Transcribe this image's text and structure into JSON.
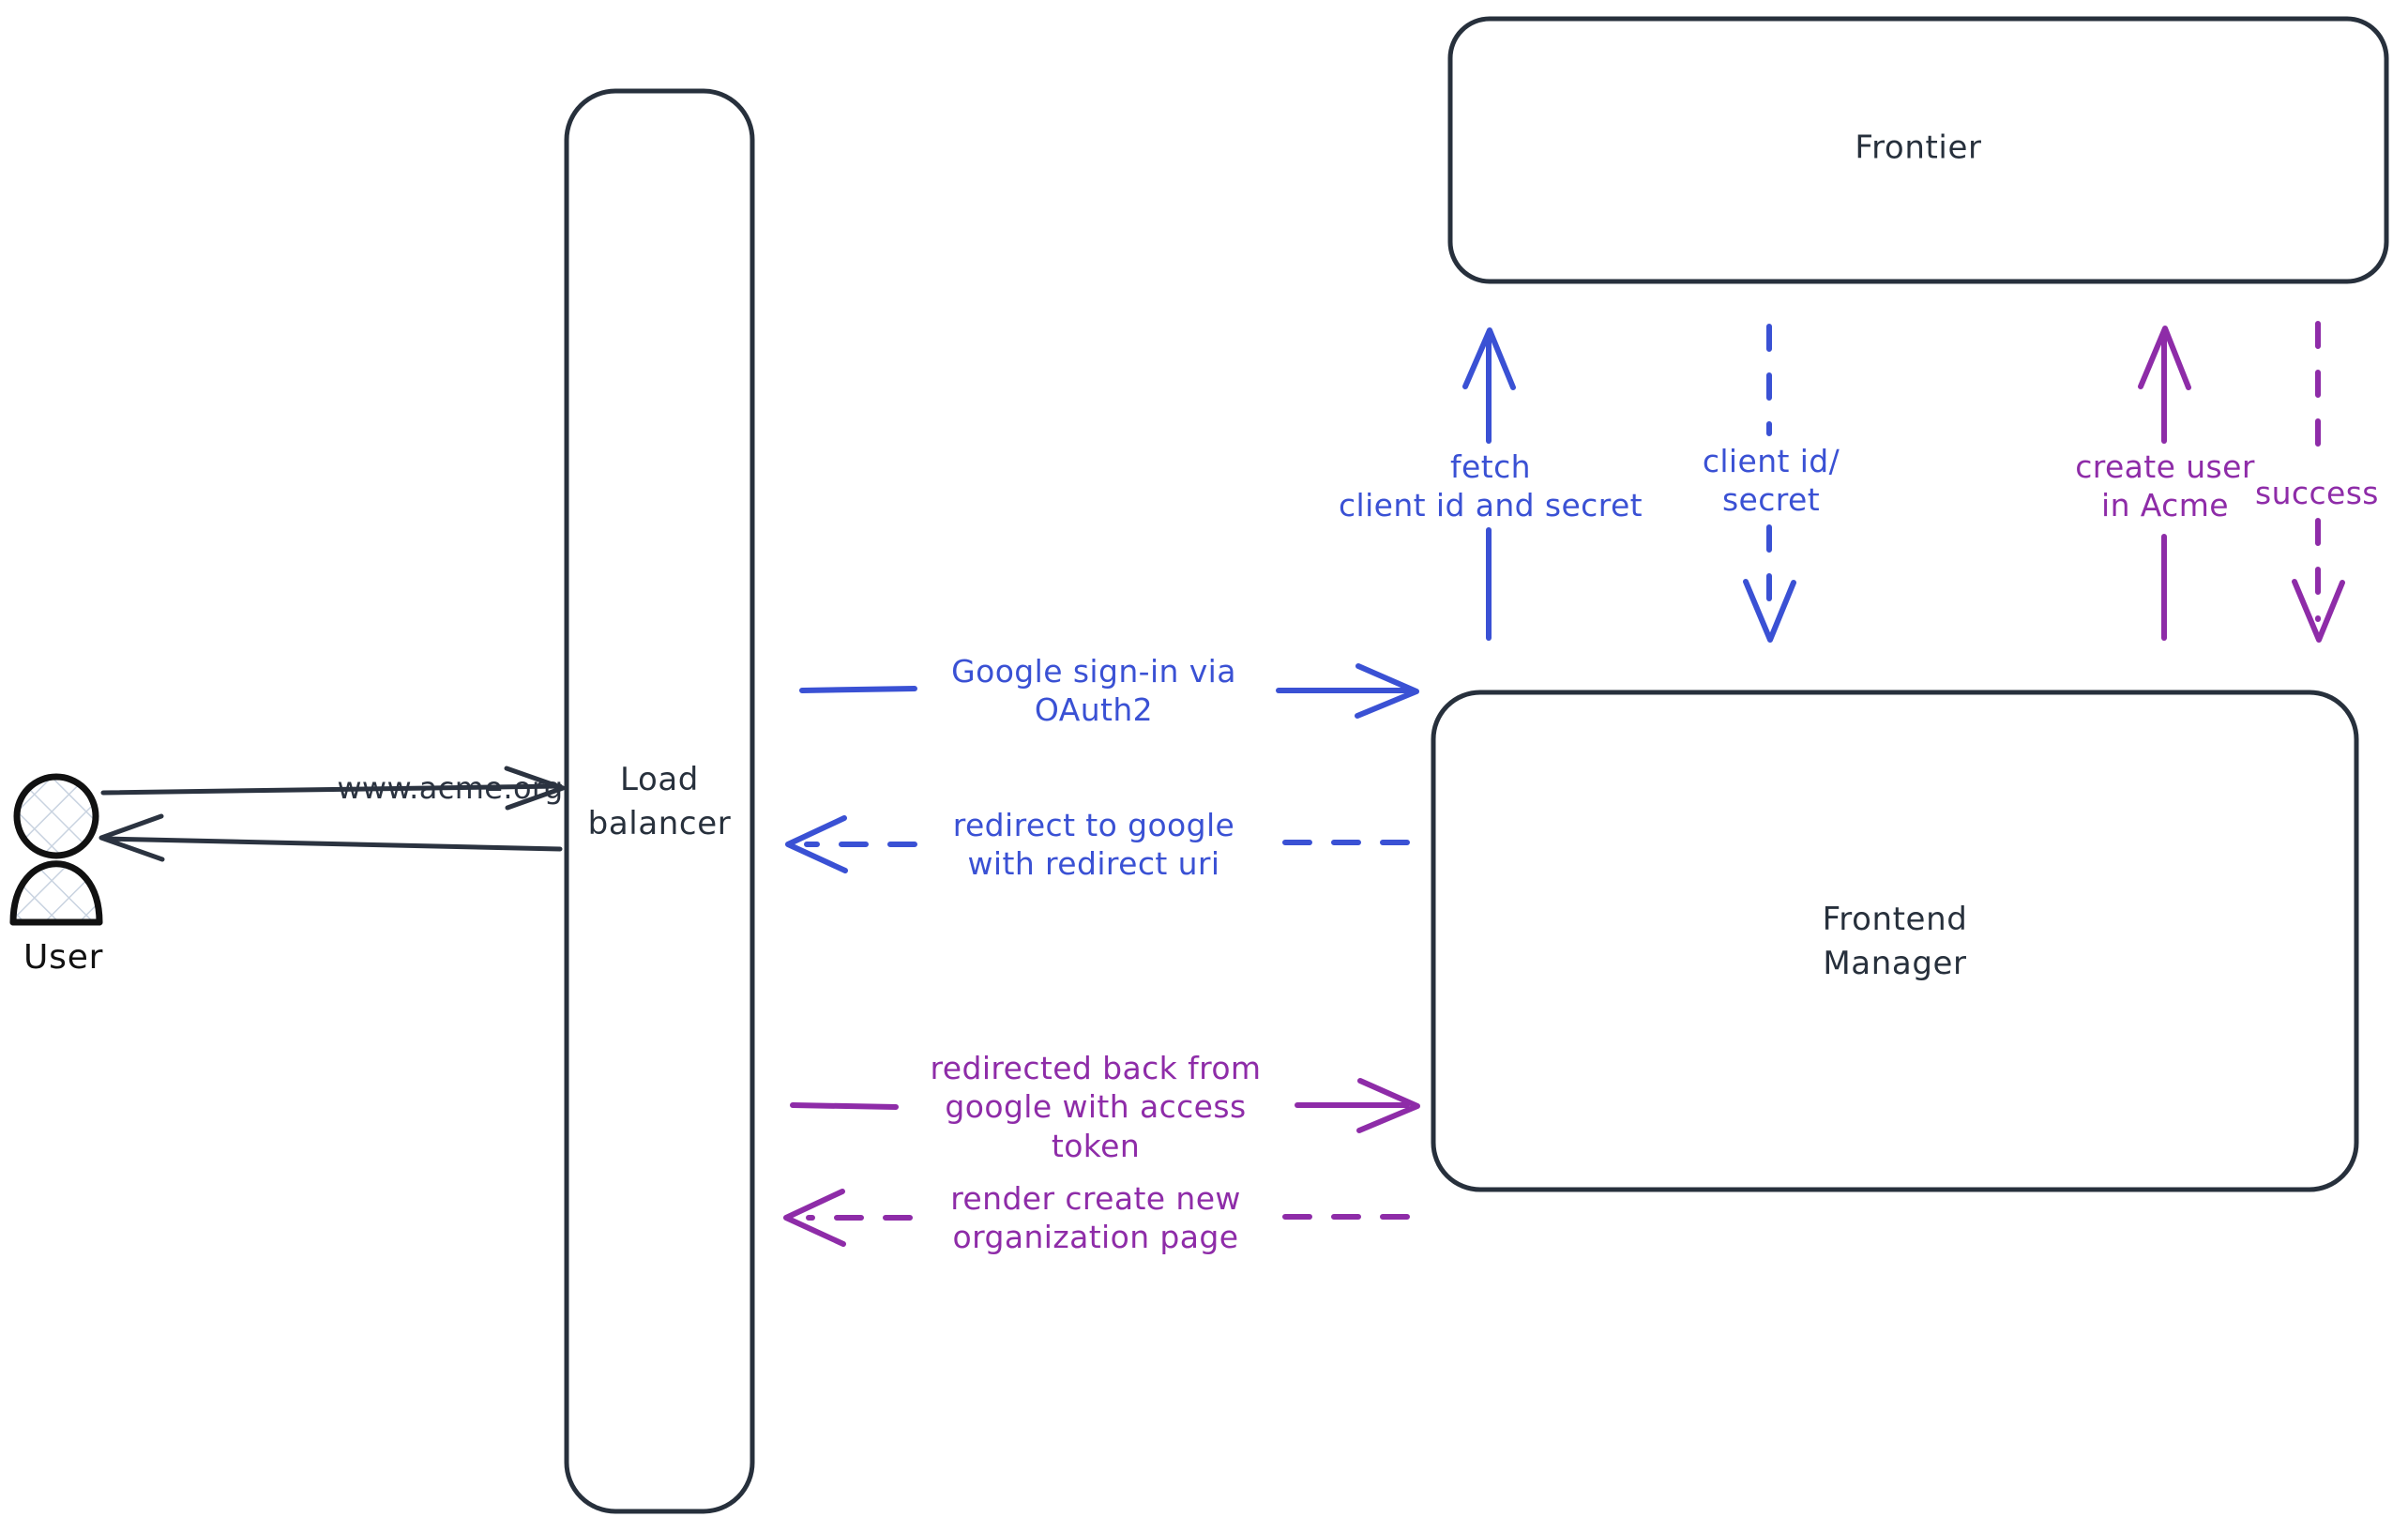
{
  "diagram": {
    "title": "Google OAuth2 sign-in sequence",
    "type": "architecture-sequence-diagram",
    "background": "#ffffff",
    "colors": {
      "stroke_dark": "#27303c",
      "blue": "#3a51d4",
      "purple": "#8e2ca8",
      "actor_fill": "#f4f6f9"
    }
  },
  "actors": [
    {
      "id": "user",
      "icon": "person-icon",
      "label": "User"
    }
  ],
  "nodes": [
    {
      "id": "load-balancer",
      "label": "Load\nbalancer",
      "shape": "rounded-rect-tall"
    },
    {
      "id": "frontier",
      "label": "Frontier",
      "shape": "rounded-rect"
    },
    {
      "id": "frontend-manager",
      "label": "Frontend\nManager",
      "shape": "rounded-rect"
    }
  ],
  "edges": [
    {
      "id": "user-to-lb",
      "label": "www.acme.org",
      "color": "#2b3340",
      "style": "solid",
      "direction": "right",
      "from": "user",
      "to": "load-balancer"
    },
    {
      "id": "lb-to-user",
      "label": "",
      "color": "#2b3340",
      "style": "solid",
      "direction": "left",
      "from": "load-balancer",
      "to": "user"
    },
    {
      "id": "lb-to-fm-signin",
      "label": "Google sign-in via\nOAuth2",
      "color": "#3a51d4",
      "style": "solid",
      "direction": "right",
      "from": "load-balancer",
      "to": "frontend-manager"
    },
    {
      "id": "fm-to-lb-redirect",
      "label": "redirect to google\nwith redirect uri",
      "color": "#3a51d4",
      "style": "dashed",
      "direction": "left",
      "from": "frontend-manager",
      "to": "load-balancer"
    },
    {
      "id": "fm-to-frontier-fetch",
      "label": "fetch\nclient id and secret",
      "color": "#3a51d4",
      "style": "solid",
      "direction": "up",
      "from": "frontend-manager",
      "to": "frontier"
    },
    {
      "id": "frontier-to-fm-creds",
      "label": "client id/\nsecret",
      "color": "#3a51d4",
      "style": "dashed",
      "direction": "down",
      "from": "frontier",
      "to": "frontend-manager"
    },
    {
      "id": "fm-to-frontier-create-user",
      "label": "create user\nin Acme",
      "color": "#8e2ca8",
      "style": "solid",
      "direction": "up",
      "from": "frontend-manager",
      "to": "frontier"
    },
    {
      "id": "frontier-to-fm-success",
      "label": "success",
      "color": "#8e2ca8",
      "style": "dashed",
      "direction": "down",
      "from": "frontier",
      "to": "frontend-manager"
    },
    {
      "id": "lb-to-fm-token",
      "label": "redirected back from\ngoogle with access\ntoken",
      "color": "#8e2ca8",
      "style": "solid",
      "direction": "right",
      "from": "load-balancer",
      "to": "frontend-manager"
    },
    {
      "id": "fm-to-lb-render-org",
      "label": "render create new\norganization page",
      "color": "#8e2ca8",
      "style": "dashed",
      "direction": "left",
      "from": "frontend-manager",
      "to": "load-balancer"
    }
  ]
}
